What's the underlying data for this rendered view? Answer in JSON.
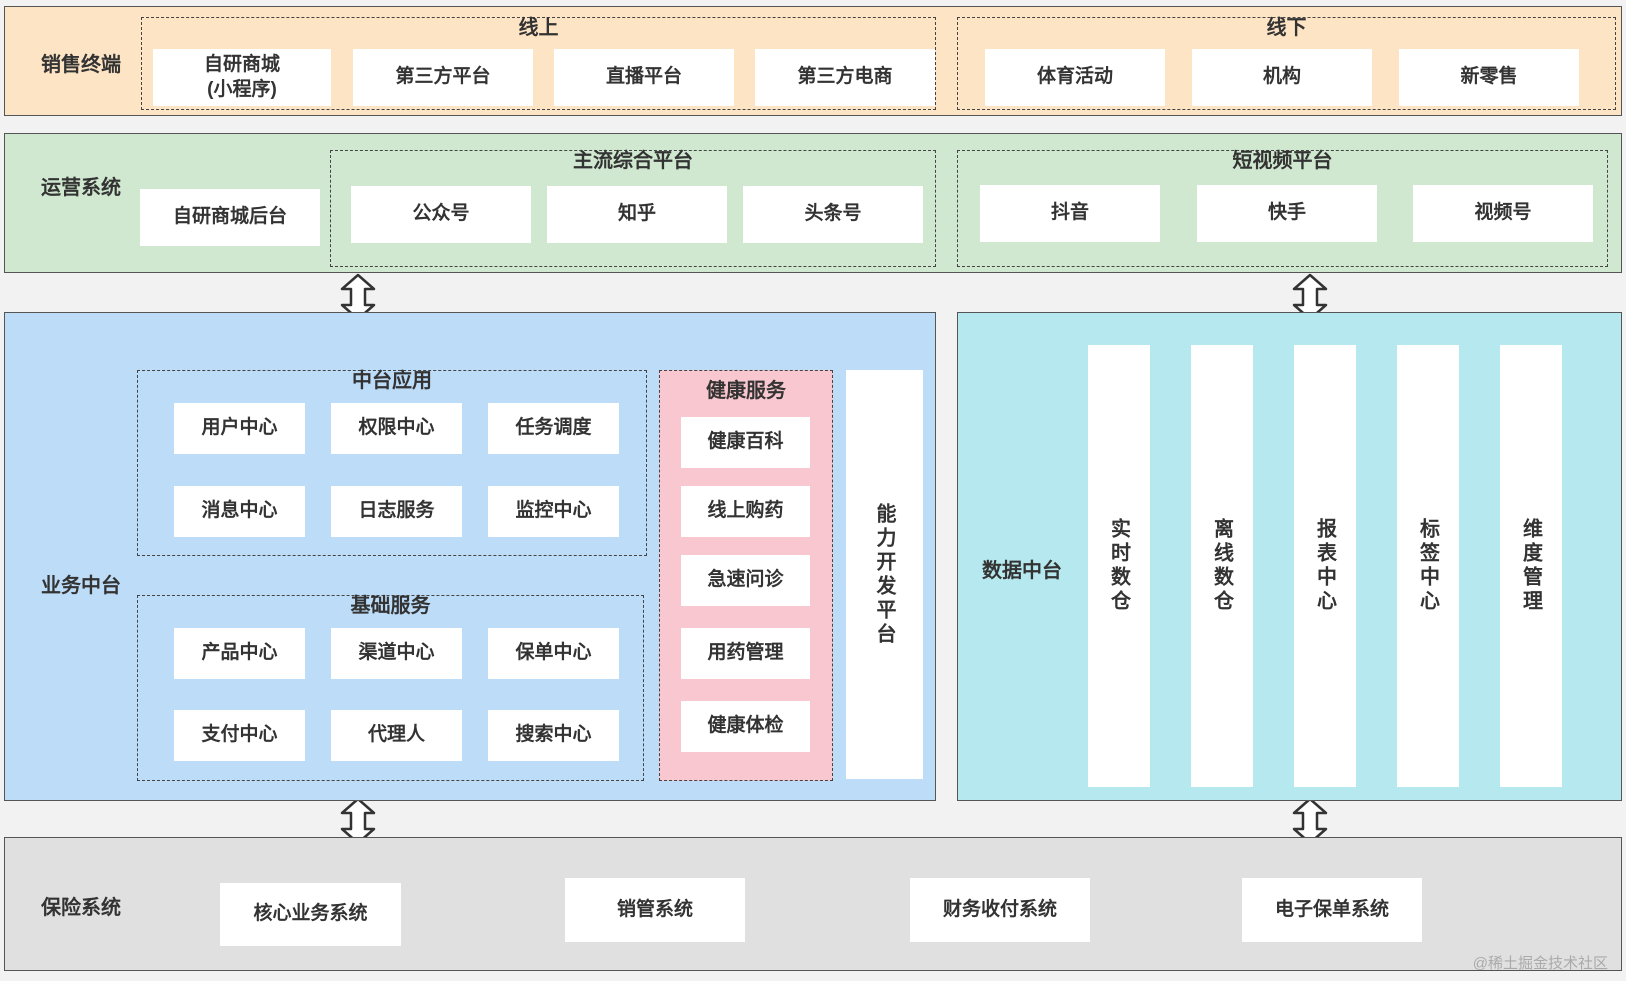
{
  "sales": {
    "title": "销售终端",
    "online": {
      "title": "线上",
      "items": [
        "自研商城\n(小程序)",
        "第三方平台",
        "直播平台",
        "第三方电商"
      ]
    },
    "offline": {
      "title": "线下",
      "items": [
        "体育活动",
        "机构",
        "新零售"
      ]
    }
  },
  "ops": {
    "title": "运营系统",
    "backend": "自研商城后台",
    "mainstream": {
      "title": "主流综合平台",
      "items": [
        "公众号",
        "知乎",
        "头条号"
      ]
    },
    "shortvideo": {
      "title": "短视频平台",
      "items": [
        "抖音",
        "快手",
        "视频号"
      ]
    }
  },
  "business": {
    "title": "业务中台",
    "midapps": {
      "title": "中台应用",
      "items": [
        "用户中心",
        "权限中心",
        "任务调度",
        "消息中心",
        "日志服务",
        "监控中心"
      ]
    },
    "base": {
      "title": "基础服务",
      "items": [
        "产品中心",
        "渠道中心",
        "保单中心",
        "支付中心",
        "代理人",
        "搜索中心"
      ]
    },
    "health": {
      "title": "健康服务",
      "items": [
        "健康百科",
        "线上购药",
        "急速问诊",
        "用药管理",
        "健康体检"
      ]
    },
    "capability": "能力开发平台"
  },
  "data": {
    "title": "数据中台",
    "items": [
      "实时数仓",
      "离线数仓",
      "报表中心",
      "标签中心",
      "维度管理"
    ]
  },
  "insurance": {
    "title": "保险系统",
    "items": [
      "核心业务系统",
      "销管系统",
      "财务收付系统",
      "电子保单系统"
    ]
  },
  "watermark": "@稀土掘金技术社区",
  "colors": {
    "sales_bg": "#fde4c4",
    "ops_bg": "#cfe8cf",
    "business_bg": "#bcdcf8",
    "health_bg": "#f9c7cf",
    "data_bg": "#b6e9ef",
    "insurance_bg": "#e0e0e0"
  }
}
